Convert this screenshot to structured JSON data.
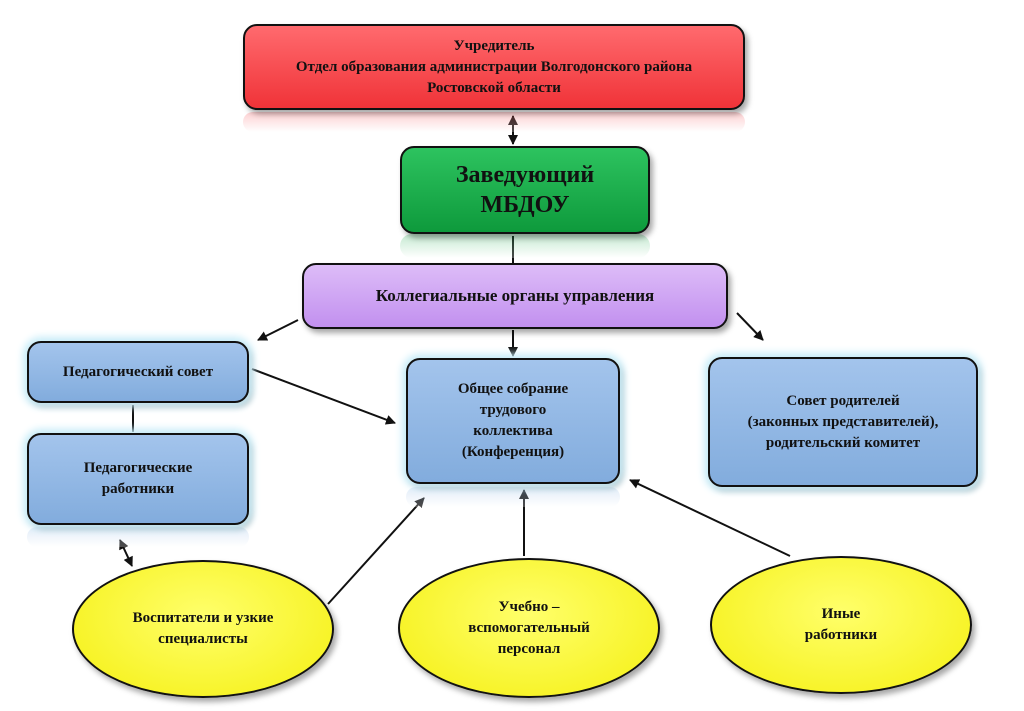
{
  "colors": {
    "founder_fill": "#f5454a",
    "director_fill": "#13a845",
    "collegial_fill": "#c99df2",
    "blue_fill": "#8cb4e2",
    "yellow_fill": "#fbf82a",
    "glow": "#c6ecf8",
    "line": "#111111"
  },
  "nodes": {
    "founder": "Учредитель\nОтдел образования администрации Волгодонского района\nРостовской области",
    "director": "Заведующий\nМБДОУ",
    "collegial": "Коллегиальные органы управления",
    "ped_council": "Педагогический совет",
    "ped_workers": "Педагогические\nработники",
    "general_meeting": "Общее собрание\nтрудового\nколлектива\n(Конференция)",
    "parents_council": "Совет родителей\n(законных представителей),\nродительский комитет",
    "educators": "Воспитатели и узкие\nспециалисты",
    "support_staff": "Учебно –\nвспомогательный\nперсонал",
    "other_workers": "Иные\nработники"
  }
}
